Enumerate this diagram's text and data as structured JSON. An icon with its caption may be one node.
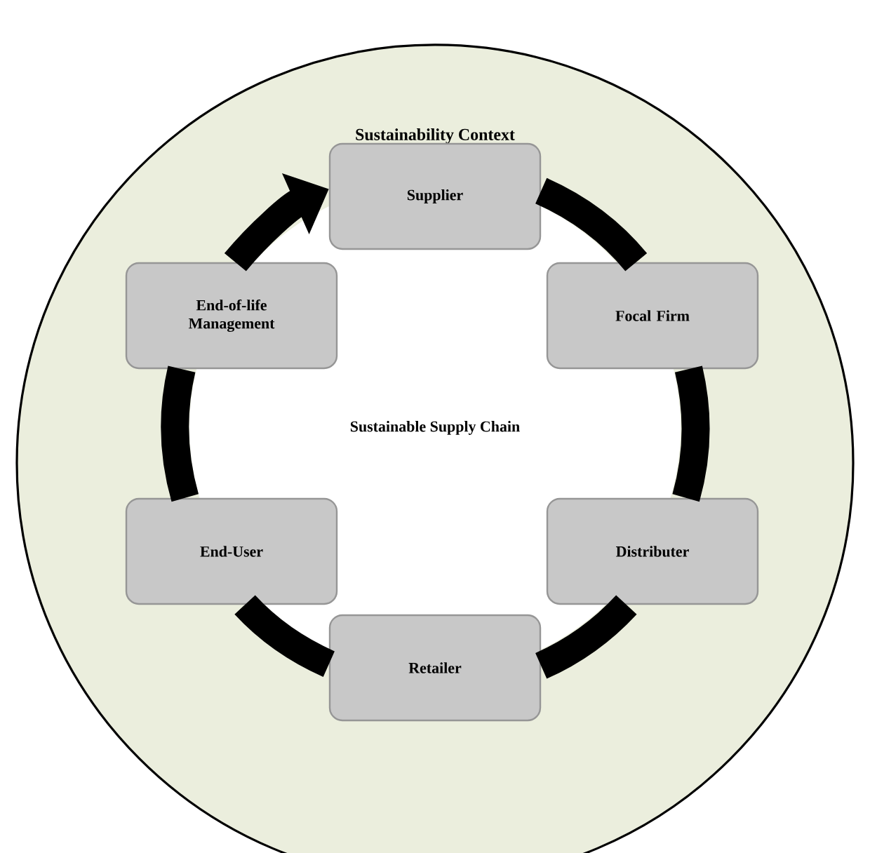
{
  "diagram": {
    "nodes": [
      {
        "text": [
          "Sustainability Context"
        ]
      },
      {
        "text": [
          "Supplier"
        ],
        "in": 0
      },
      {
        "text": [
          "Focal Firm"
        ],
        "in": 0
      },
      {
        "text": [
          "Distributer"
        ],
        "in": 0
      },
      {
        "text": [
          "Retailer"
        ],
        "in": 0
      },
      {
        "text": [
          "End-User"
        ],
        "in": 0
      },
      {
        "text": [
          "End-of-life Management"
        ],
        "in": 0
      }
    ],
    "edges": [
      {
        "from": 1,
        "to": 2,
        "arrow": "none"
      },
      {
        "from": 2,
        "to": 3,
        "arrow": "none"
      },
      {
        "from": 3,
        "to": 4,
        "arrow": "none"
      },
      {
        "from": 4,
        "to": 5,
        "arrow": "none"
      },
      {
        "from": 5,
        "to": 6,
        "arrow": "none"
      },
      {
        "from": 6,
        "to": 1,
        "arrow": "to"
      }
    ],
    "labels": [
      "Sustainable Supply Chain"
    ]
  }
}
